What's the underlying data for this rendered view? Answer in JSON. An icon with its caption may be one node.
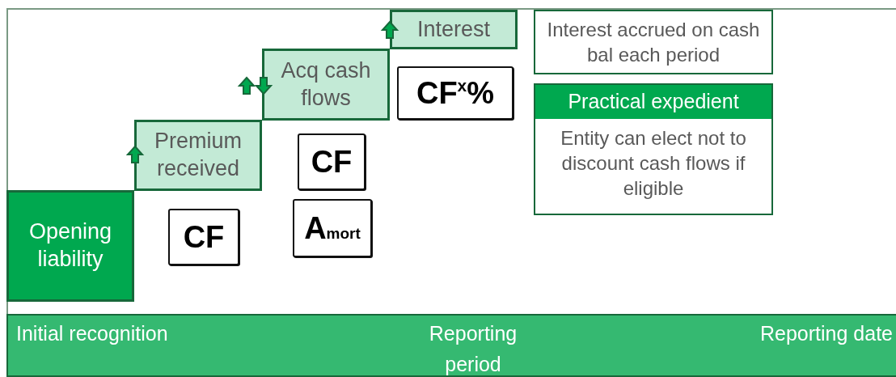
{
  "diagram": {
    "nodes": [
      {
        "text": [
          "Opening liability"
        ]
      },
      {
        "text": [
          "Premium received"
        ]
      },
      {
        "text": [
          "Acq cash flows"
        ]
      },
      {
        "text": [
          "Interest"
        ]
      },
      {
        "text": [
          "Interest accrued on cash bal each period"
        ]
      },
      {
        "text": [
          "Practical expedient",
          "Entity can elect not to discount cash flows if eligible"
        ]
      },
      {
        "text": [
          "CF"
        ]
      },
      {
        "text": [
          "CF"
        ]
      },
      {
        "text": [
          "A$_{mort}$"
        ]
      },
      {
        "text": [
          "CF$^{x}$%"
        ]
      },
      {
        "text": [
          "Initial recognition",
          "Reporting period",
          "Reporting date"
        ]
      }
    ]
  }
}
